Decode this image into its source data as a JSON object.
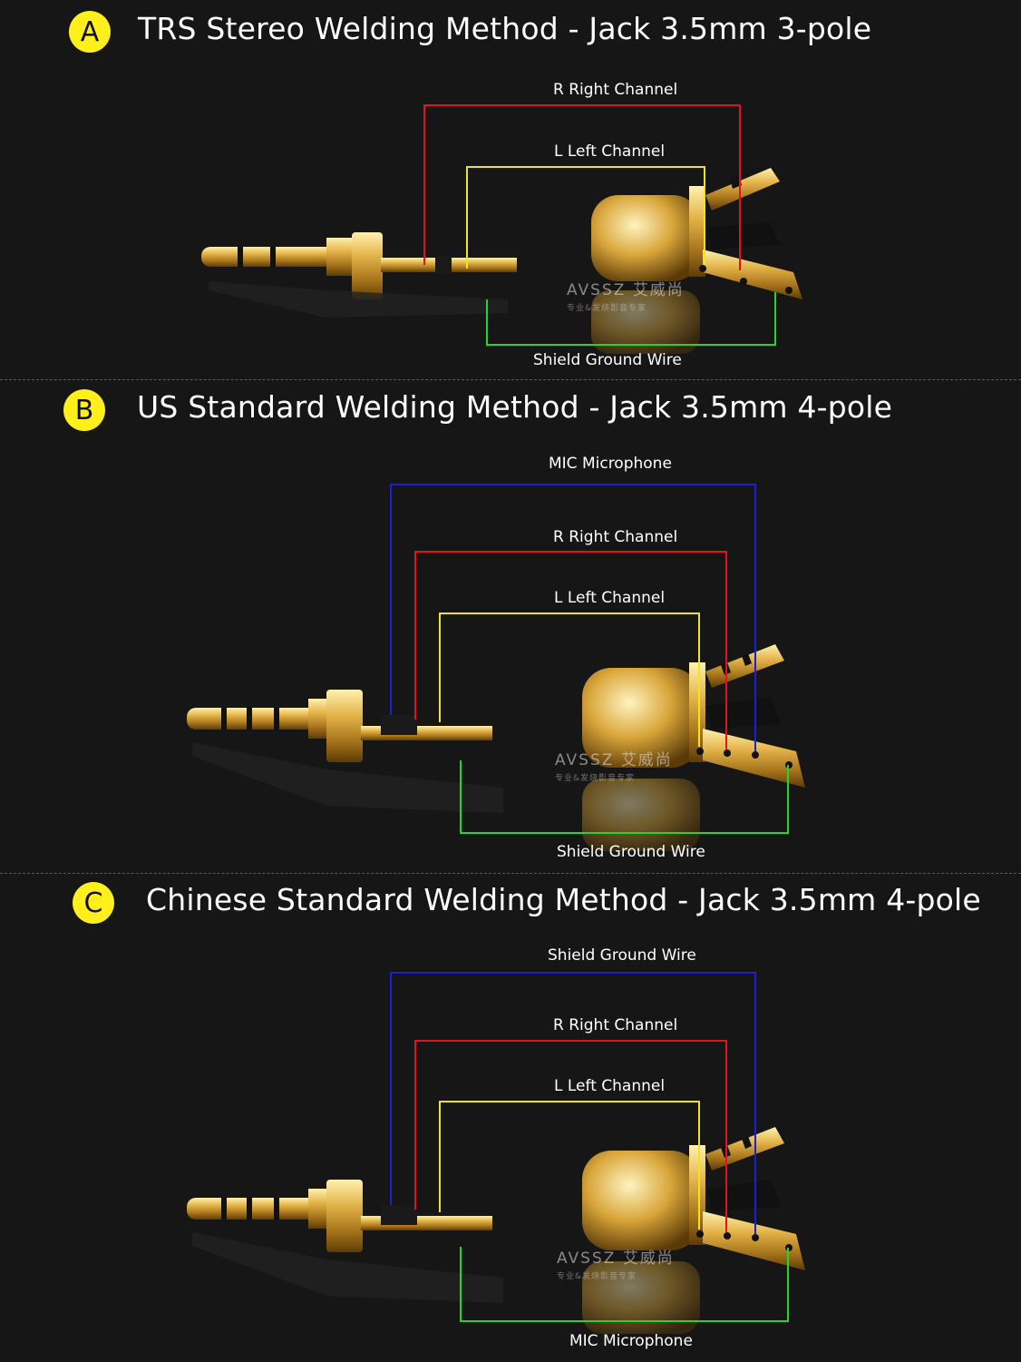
{
  "colors": {
    "background": "#161616",
    "badge": "#ffef1a",
    "wire_red": "#e0141e",
    "wire_yellow": "#f2e21a",
    "wire_green": "#22d62a",
    "wire_blue": "#1820d8",
    "gold": "#d9a63a"
  },
  "sections": [
    {
      "badge": "A",
      "title": "TRS Stereo Welding Method - Jack 3.5mm 3-pole",
      "wires": {
        "red": "R Right Channel",
        "yellow": "L Left Channel",
        "green": "Shield Ground Wire"
      }
    },
    {
      "badge": "B",
      "title": "US Standard Welding Method - Jack 3.5mm 4-pole",
      "wires": {
        "blue": "MIC Microphone",
        "red": "R Right Channel",
        "yellow": "L Left Channel",
        "green": "Shield Ground Wire"
      }
    },
    {
      "badge": "C",
      "title": "Chinese Standard Welding Method - Jack 3.5mm 4-pole",
      "wires": {
        "blue": "Shield Ground Wire",
        "red": "R Right Channel",
        "yellow": "L Left Channel",
        "green": "MIC Microphone"
      }
    }
  ],
  "watermark": {
    "brand": "AVSSZ",
    "chinese": "艾威尚",
    "tagline": "专业&发烧影音专家"
  }
}
